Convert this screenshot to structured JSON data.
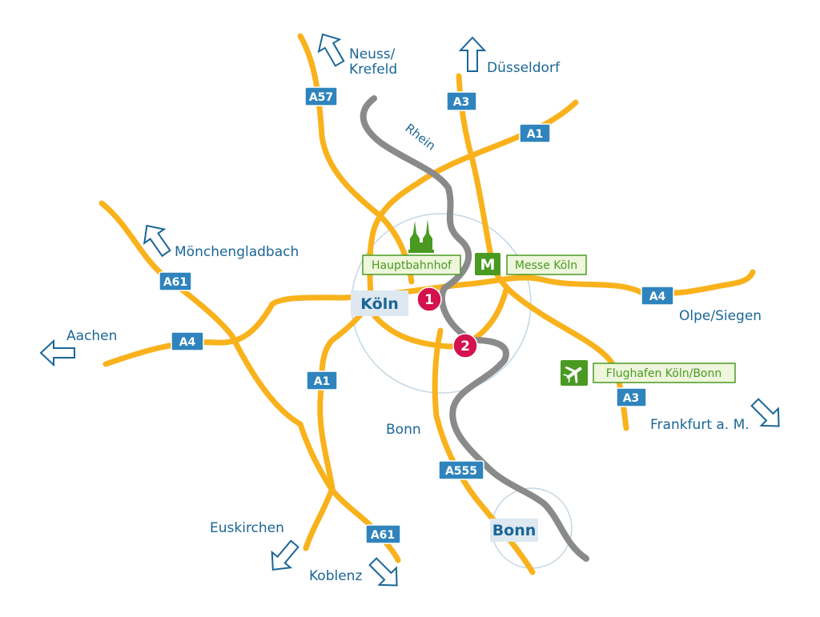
{
  "colors": {
    "road": "#f9b21c",
    "river": "#8a8a8a",
    "shield": "#2f84bd",
    "label": "#1a6697",
    "city_box": "#dde8f0",
    "green": "#4a9a22",
    "green_fill": "#eef6dc",
    "marker": "#d4124e",
    "ring": "#c3d7e4"
  },
  "river": {
    "name": "Rhein"
  },
  "destinations": {
    "neuss": "Neuss/",
    "krefeld": "Krefeld",
    "duesseldorf": "Düsseldorf",
    "moenchengladbach": "Mönchengladbach",
    "aachen": "Aachen",
    "olpe": "Olpe/Siegen",
    "frankfurt": "Frankfurt a. M.",
    "bonn": "Bonn",
    "euskirchen": "Euskirchen",
    "koblenz": "Koblenz"
  },
  "highways": {
    "a57": "A57",
    "a3_north": "A3",
    "a1_north": "A1",
    "a61_west": "A61",
    "a4_west": "A4",
    "a4_east": "A4",
    "a1_south": "A1",
    "a3_south": "A3",
    "a555": "A555",
    "a61_south": "A61"
  },
  "cities": {
    "koeln": "Köln",
    "bonn": "Bonn"
  },
  "pois": {
    "hauptbahnhof": "Hauptbahnhof",
    "messe_icon": "M",
    "messe": "Messe Köln",
    "airport": "Flughafen Köln/Bonn"
  },
  "markers": {
    "m1": "1",
    "m2": "2"
  }
}
